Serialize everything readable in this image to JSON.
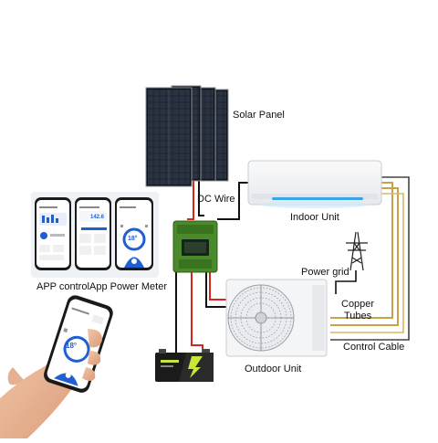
{
  "labels": {
    "solar_panel": "Solar Panel",
    "dc_wire": "DC Wire",
    "indoor_unit": "Indoor Unit",
    "power_grid": "Power grid",
    "copper_tubes_line1": "Copper",
    "copper_tubes_line2": "Tubes",
    "control_cable": "Control Cable",
    "outdoor_unit": "Outdoor Unit",
    "app_control": "APP control",
    "app_power_meter": "App Power Meter"
  },
  "phone_screens": {
    "meter_value": "142.6",
    "temperature_left": "18°",
    "temperature_hand": "18°"
  },
  "colors": {
    "wire_red": "#d9261c",
    "wire_black": "#111111",
    "copper_tube": "#c9a14a",
    "control_cable": "#444444",
    "inverter_green": "#4a8a2a",
    "battery_body": "#1b1b1b",
    "battery_accent": "#c6e83a",
    "ac_highlight": "#38a6e6",
    "app_accent": "#1f5fd1"
  }
}
